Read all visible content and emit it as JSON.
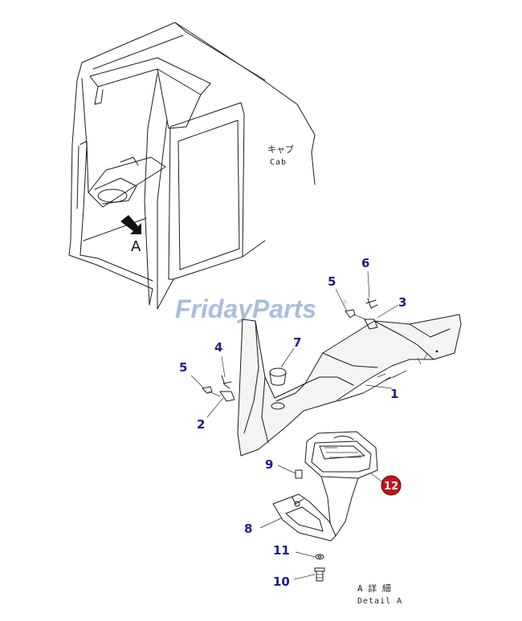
{
  "cab_label": {
    "jp": "キャブ",
    "en": "Cab"
  },
  "view_arrow_label": "A",
  "detail_label": {
    "jp": "A 詳 細",
    "en": "Detail A"
  },
  "watermark": "FridayParts",
  "watermark_mark": "®",
  "parts": [
    {
      "id": "1",
      "label": "1"
    },
    {
      "id": "2",
      "label": "2"
    },
    {
      "id": "3",
      "label": "3"
    },
    {
      "id": "4",
      "label": "4"
    },
    {
      "id": "5a",
      "label": "5"
    },
    {
      "id": "5b",
      "label": "5"
    },
    {
      "id": "6",
      "label": "6"
    },
    {
      "id": "7",
      "label": "7"
    },
    {
      "id": "8",
      "label": "8"
    },
    {
      "id": "9",
      "label": "9"
    },
    {
      "id": "10",
      "label": "10"
    },
    {
      "id": "11",
      "label": "11"
    },
    {
      "id": "12",
      "label": "12",
      "highlighted": true
    }
  ],
  "colors": {
    "callout": "#1c1c8c",
    "highlight": "#c0161a",
    "watermark": "#9ab3da"
  }
}
